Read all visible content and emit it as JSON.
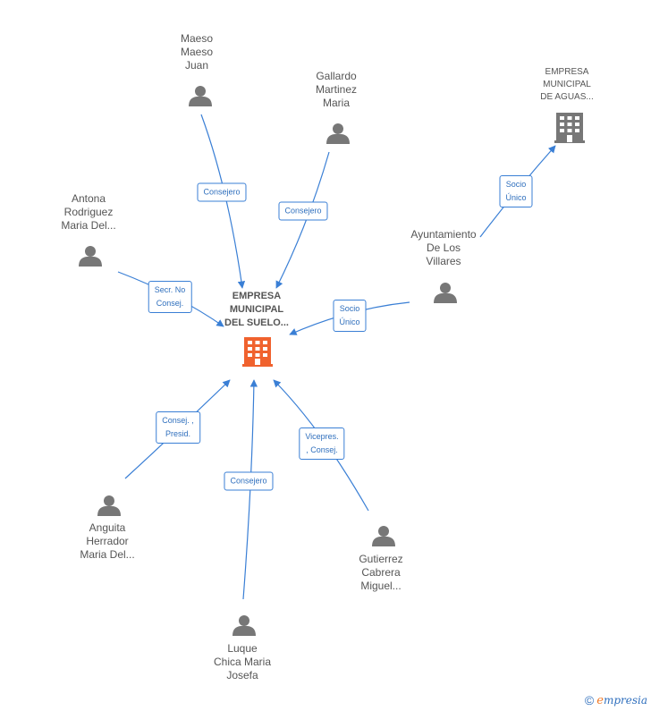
{
  "center": {
    "label": "EMPRESA\nMUNICIPAL\nDEL SUELO...",
    "icon": "building-icon",
    "color": "#f0622e"
  },
  "nodes": [
    {
      "id": "maeso",
      "label": "Maeso\nMaeso\nJuan",
      "icon": "person-icon"
    },
    {
      "id": "gallardo",
      "label": "Gallardo\nMartinez\nMaria",
      "icon": "person-icon"
    },
    {
      "id": "antona",
      "label": "Antona\nRodriguez\nMaria Del...",
      "icon": "person-icon"
    },
    {
      "id": "ayuntamiento",
      "label": "Ayuntamiento\nDe Los\nVillares",
      "icon": "person-icon"
    },
    {
      "id": "aguas",
      "label": "EMPRESA\nMUNICIPAL\nDE AGUAS...",
      "icon": "building-icon"
    },
    {
      "id": "anguita",
      "label": "Anguita\nHerrador\nMaria Del...",
      "icon": "person-icon"
    },
    {
      "id": "luque",
      "label": "Luque\nChica Maria\nJosefa",
      "icon": "person-icon"
    },
    {
      "id": "gutierrez",
      "label": "Gutierrez\nCabrera\nMiguel...",
      "icon": "person-icon"
    }
  ],
  "edges": [
    {
      "from": "maeso",
      "label": "Consejero"
    },
    {
      "from": "gallardo",
      "label": "Consejero"
    },
    {
      "from": "antona",
      "label": "Secr. No\nConsej."
    },
    {
      "from": "ayuntamiento",
      "label": "Socio\nÚnico"
    },
    {
      "from": "ayuntamiento",
      "to": "aguas",
      "label": "Socio\nÚnico"
    },
    {
      "from": "anguita",
      "label": "Consej. ,\nPresid."
    },
    {
      "from": "luque",
      "label": "Consejero"
    },
    {
      "from": "gutierrez",
      "label": "Vicepres.\n, Consej."
    }
  ],
  "colors": {
    "edge": "#3a7fd5",
    "person_icon": "#777777",
    "company_icon": "#777777",
    "center_icon": "#f0622e"
  },
  "footer": {
    "copyright_symbol": "©",
    "brand_first": "e",
    "brand_rest": "mpresia"
  }
}
